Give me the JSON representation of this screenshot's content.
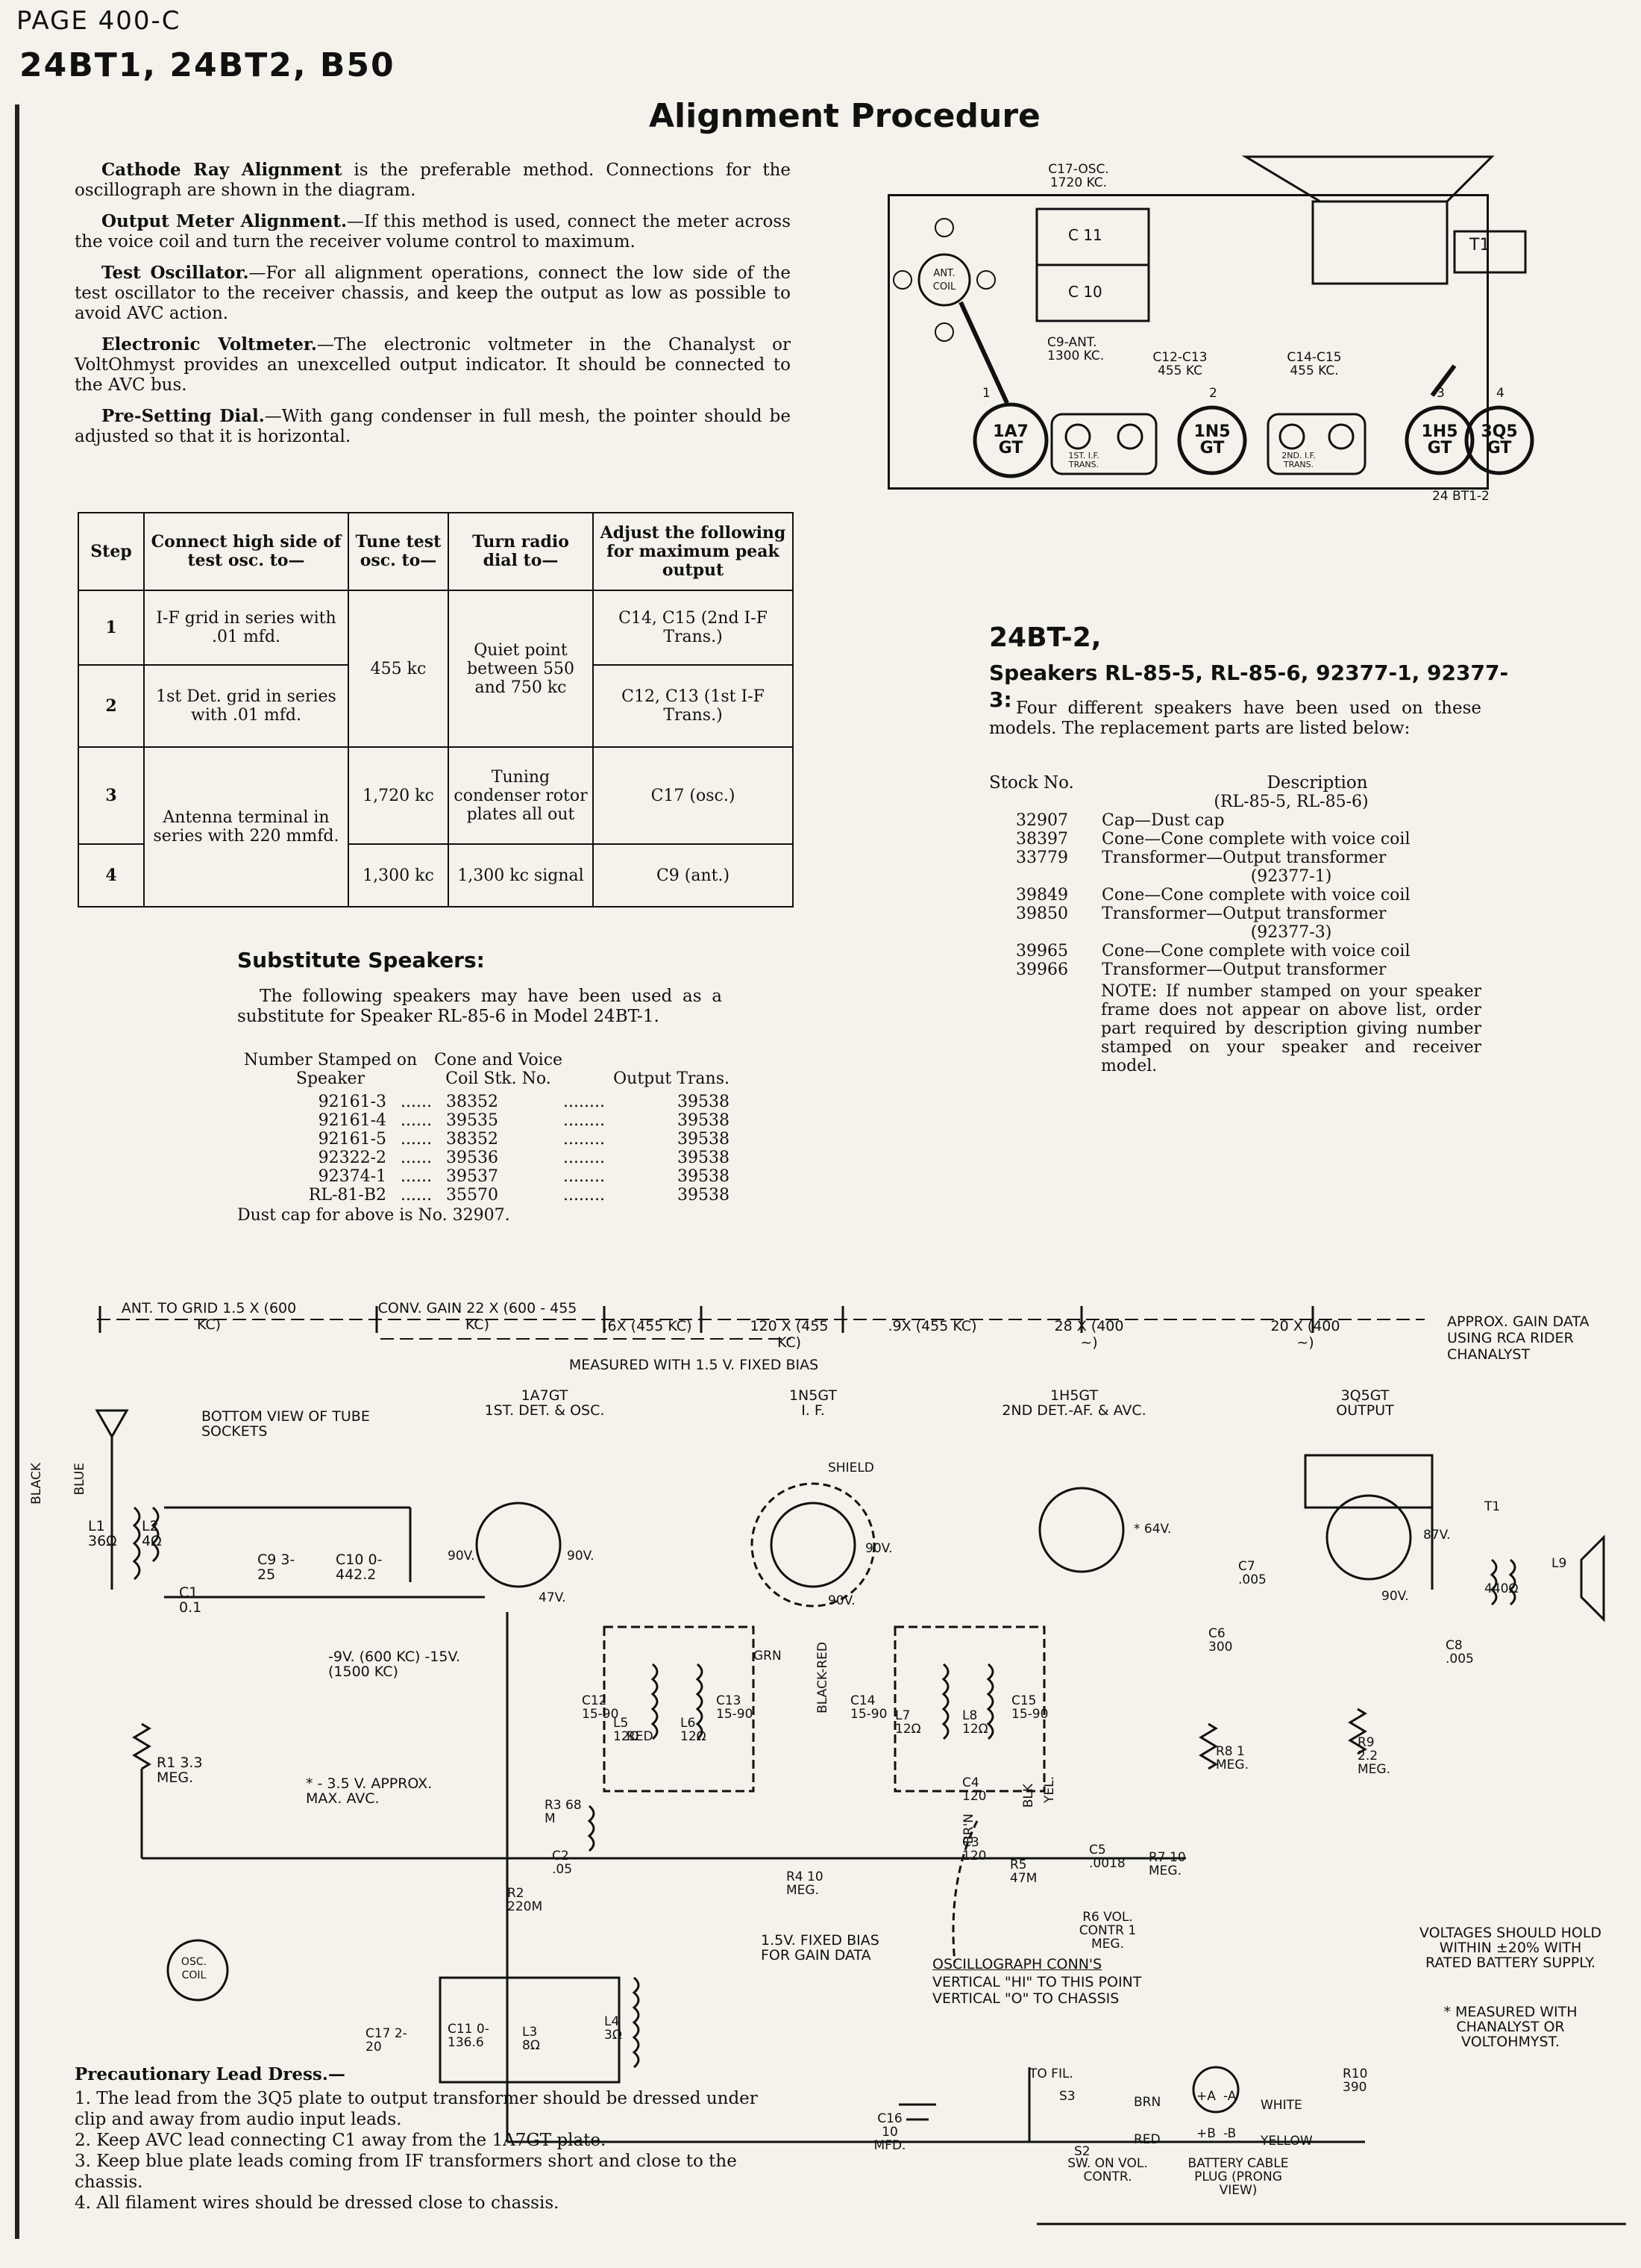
{
  "header": {
    "page": "PAGE 400-C",
    "models": "24BT1, 24BT2, B50",
    "title": "Alignment Procedure"
  },
  "intro": [
    {
      "lead": "Cathode Ray Alignment",
      "text": " is the preferable method. Connections for the oscillograph are shown in the diagram."
    },
    {
      "lead": "Output Meter Alignment.",
      "text": "—If this method is used, connect the meter across the voice coil and turn the receiver volume control to maximum."
    },
    {
      "lead": "Test Oscillator.",
      "text": "—For all alignment operations, connect the low side of the test oscillator to the receiver chassis, and keep the output as low as possible to avoid AVC action."
    },
    {
      "lead": "Electronic Voltmeter.",
      "text": "—The electronic voltmeter in the Chanalyst or VoltOhmyst provides an unexcelled output indicator. It should be connected to the AVC bus."
    },
    {
      "lead": "Pre-Setting Dial.",
      "text": "—With gang condenser in full mesh, the pointer should be adjusted so that it is horizontal."
    }
  ],
  "table": {
    "headers": [
      "Step",
      "Connect high side of test osc. to—",
      "Tune test osc. to—",
      "Turn radio dial to—",
      "Adjust the following for maximum peak output"
    ],
    "rows": [
      {
        "step": "1",
        "connect": "I-F grid in series with .01 mfd.",
        "adjust": "C14, C15 (2nd I-F Trans.)"
      },
      {
        "step": "2",
        "connect": "1st Det. grid in series with .01 mfd.",
        "adjust": "C12, C13 (1st I-F Trans.)"
      },
      {
        "step": "3",
        "adjust": "C17 (osc.)"
      },
      {
        "step": "4",
        "adjust": "C9 (ant.)"
      }
    ],
    "tune_455": "455 kc",
    "dial_quiet": "Quiet point between 550 and 750 kc",
    "connect_ant": "Antenna terminal in series with 220 mmfd.",
    "tune_1720": "1,720 kc",
    "dial_tuning": "Tuning condenser rotor plates all out",
    "tune_1300": "1,300 kc",
    "dial_1300": "1,300 kc signal"
  },
  "substitute": {
    "title": "Substitute Speakers:",
    "text": "The following speakers may have been used as a substitute for Speaker RL-85-6 in Model 24BT-1.",
    "col1": "Number Stamped on Speaker",
    "col2": "Cone and Voice Coil Stk. No.",
    "col3": "Output Trans.",
    "rows": [
      [
        "92161-3",
        "38352",
        "39538"
      ],
      [
        "92161-4",
        "39535",
        "39538"
      ],
      [
        "92161-5",
        "38352",
        "39538"
      ],
      [
        "92322-2",
        "39536",
        "39538"
      ],
      [
        "92374-1",
        "39537",
        "39538"
      ],
      [
        "RL-81-B2",
        "35570",
        "39538"
      ]
    ],
    "footer": "Dust cap for above is No. 32907."
  },
  "speakers": {
    "title1": "24BT-2,",
    "title2": "Speakers RL-85-5, RL-85-6, 92377-1, 92377-3:",
    "text": "Four different speakers have been used on these models. The replacement parts are listed below:",
    "col_stock": "Stock No.",
    "col_desc": "Description",
    "groups": [
      {
        "head": "(RL-85-5, RL-85-6)",
        "items": [
          [
            "32907",
            "Cap—Dust cap"
          ],
          [
            "38397",
            "Cone—Cone complete with voice coil"
          ],
          [
            "33779",
            "Transformer—Output transformer"
          ]
        ]
      },
      {
        "head": "(92377-1)",
        "items": [
          [
            "39849",
            "Cone—Cone complete with voice coil"
          ],
          [
            "39850",
            "Transformer—Output transformer"
          ]
        ]
      },
      {
        "head": "(92377-3)",
        "items": [
          [
            "39965",
            "Cone—Cone complete with voice coil"
          ],
          [
            "39966",
            "Transformer—Output transformer"
          ]
        ]
      }
    ],
    "note": "NOTE: If number stamped on your speaker frame does not appear on above list, order part required by description giving number stamped on your speaker and receiver model."
  },
  "chassis": {
    "c17": "C17-OSC. 1720 KC.",
    "c11": "C 11",
    "c10": "C 10",
    "c9": "C9-ANT. 1300 KC.",
    "c12": "C12-C13 455 KC",
    "c14": "C14-C15 455 KC.",
    "t1": "T1",
    "ant": "ANT. COIL",
    "tubes": [
      "1A7 GT",
      "1N5 GT",
      "1H5 GT",
      "3Q5 GT"
    ],
    "if1": "1ST. I.F. TRANS.",
    "if2": "2ND. I.F. TRANS.",
    "pins": [
      "1",
      "2",
      "3",
      "4"
    ],
    "code": "24 BT1-2"
  },
  "gain": {
    "items": [
      "ANT. TO GRID 1.5 X (600 KC)",
      "CONV. GAIN 22 X (600 - 455 KC)",
      ".6X (455 KC)",
      "120 X (455 KC)",
      ".9X (455 KC)",
      "28 X (400 ~)",
      "20 X (400 ~)"
    ],
    "measured": "MEASURED WITH 1.5 V. FIXED BIAS",
    "approx": "APPROX. GAIN DATA USING RCA RIDER CHANALYST"
  },
  "schematic": {
    "tube1": "1A7GT",
    "tube1_sub": "1ST. DET. & OSC.",
    "tube2": "1N5GT",
    "tube2_sub": "I. F.",
    "tube3": "1H5GT",
    "tube3_sub": "2ND DET.-AF. & AVC.",
    "tube4": "3Q5GT",
    "tube4_sub": "OUTPUT",
    "bottom_view": "BOTTOM VIEW OF TUBE SOCKETS",
    "shield": "SHIELD",
    "l1": "L1 36Ω",
    "l2": "L2 4Ω",
    "c9": "C9 3-25",
    "c10": "C10 0-442.2",
    "c1": "C1 0.1",
    "r1": "R1 3.3 MEG.",
    "avc_bias": "-9V. (600 KC) -15V. (1500 KC)",
    "avc_approx": "* - 3.5 V. APPROX. MAX. AVC.",
    "c12": "C12 15-90",
    "l5": "L5 12Ω",
    "l6": "L6 12Ω",
    "c13": "C13 15-90",
    "c14": "C14 15-90",
    "l7": "L7 12Ω",
    "l8": "L8 12Ω",
    "c15": "C15 15-90",
    "r3": "R3 68 M",
    "c2": "C2 .05",
    "r2": "R2 220M",
    "c4": "C4 120",
    "c3": "C3 120",
    "r5": "R5 47M",
    "c5": "C5 .0018",
    "r7": "R7 10 MEG.",
    "r4": "R4 10 MEG.",
    "r6": "R6 VOL. CONTR 1 MEG.",
    "c7": "C7 .005",
    "c6": "C6 300",
    "r8": "R8 1 MEG.",
    "r9": "R9 2.2 MEG.",
    "t1": "T1",
    "l9": "L9",
    "c8": "C8 .005",
    "ohms440": "440Ω",
    "v90a": "90V.",
    "v90b": "90V.",
    "v47": "47V.",
    "v90c": "90V.",
    "v90d": "90V.",
    "v64": "* 64V.",
    "v87": "87V.",
    "v90e": "90V.",
    "osc": "OSC. COIL",
    "c17": "C17 2-20",
    "c11": "C11 0-136.6",
    "l3": "L3 8Ω",
    "l4": "L4 3Ω",
    "bias": "1.5V. FIXED BIAS FOR GAIN DATA",
    "osc_conn": "OSCILLOGRAPH CONN'S",
    "osc_conn2": "VERTICAL \"HI\" TO THIS POINT",
    "osc_conn3": "VERTICAL \"O\" TO CHASSIS",
    "c16": "C16 10 MFD.",
    "tofil": "TO FIL.",
    "s3": "S3",
    "s2": "S2",
    "brn": "BRN",
    "red": "RED",
    "white": "WHITE",
    "yellow": "YELLOW",
    "r10": "R10 390",
    "sw": "SW. ON VOL. CONTR.",
    "plug": "BATTERY CABLE PLUG (PRONG VIEW)",
    "voltages": "VOLTAGES SHOULD HOLD WITHIN ±20% WITH RATED BATTERY SUPPLY.",
    "measured": "* MEASURED WITH CHANALYST OR VOLTOHMYST.",
    "wire_blue": "BLUE",
    "wire_black": "BLACK",
    "wire_grn": "GRN",
    "wire_red": "RED",
    "wire_bkred": "BLACK-RED",
    "wire_yel": "YEL.",
    "wire_blk": "BLK",
    "wire_brn": "BR'N",
    "plug_pa": "+A",
    "plug_ma": "-A",
    "plug_pb": "+B",
    "plug_mb": "-B"
  },
  "lead_dress": {
    "title": "Precautionary Lead Dress.—",
    "items": [
      "1. The lead from the 3Q5 plate to output transformer should be dressed under clip and away from audio input leads.",
      "2. Keep AVC lead connecting C1 away from the 1A7GT plate.",
      "3. Keep blue plate leads coming from IF transformers short and close to the chassis.",
      "4. All filament wires should be dressed close to chassis."
    ]
  }
}
